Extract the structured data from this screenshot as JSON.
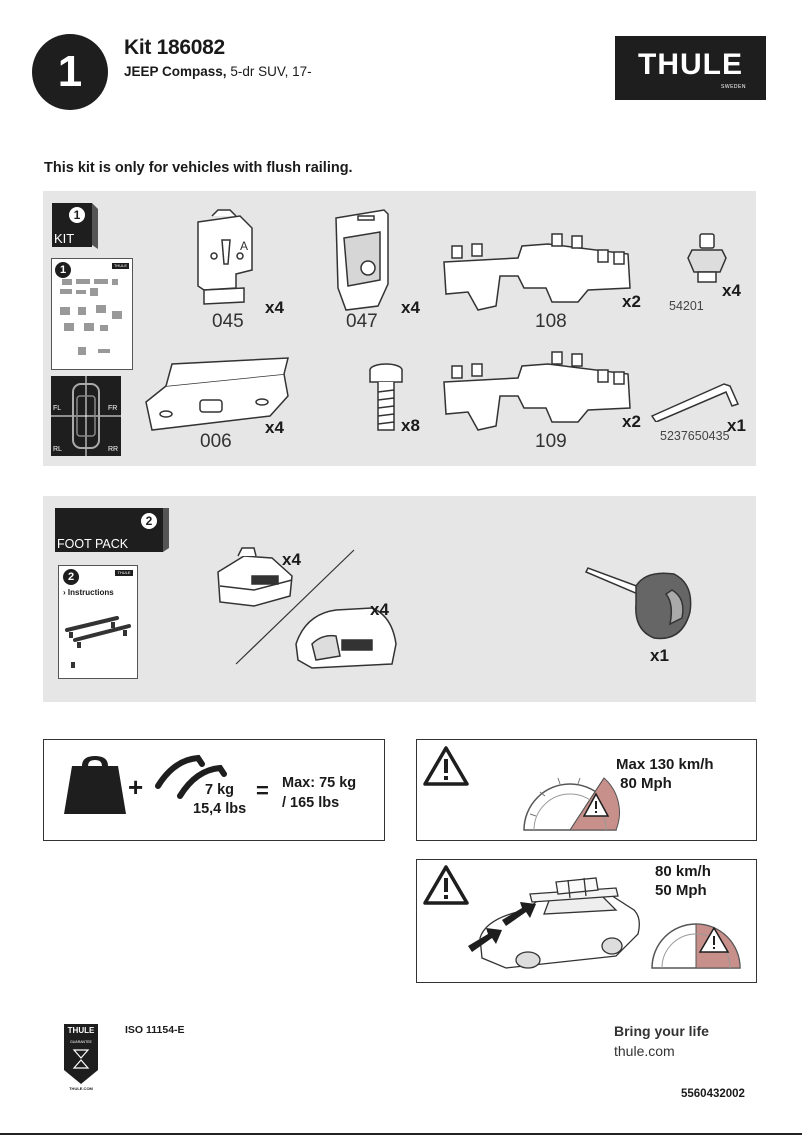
{
  "header": {
    "step_number": "1",
    "kit_title": "Kit 186082",
    "vehicle_model": "JEEP Compass,",
    "vehicle_detail": " 5-dr SUV, 17-",
    "brand": {
      "wordmark": "THULE",
      "sub": "SWEDEN"
    }
  },
  "note": "This kit is only for vehicles with flush railing.",
  "kit_section": {
    "tag_number": "1",
    "tag_label": "KIT",
    "booklet": {
      "step": "1",
      "brand": "THULE"
    },
    "position_labels": [
      "FL",
      "FR",
      "RL",
      "RR"
    ],
    "parts": [
      {
        "code": "045",
        "qty": "x4",
        "icon": "bracket-045-icon"
      },
      {
        "code": "047",
        "qty": "x4",
        "icon": "pad-047-icon"
      },
      {
        "code": "108",
        "qty": "x2",
        "icon": "block-108-icon"
      },
      {
        "code": "54201",
        "qty": "x4",
        "icon": "knob-54201-icon"
      },
      {
        "code": "006",
        "qty": "x4",
        "icon": "plate-006-icon"
      },
      {
        "code": "",
        "qty": "x8",
        "icon": "bolt-icon"
      },
      {
        "code": "109",
        "qty": "x2",
        "icon": "block-109-icon"
      },
      {
        "code": "5237650435",
        "qty": "x1",
        "icon": "hex-key-icon"
      }
    ]
  },
  "foot_section": {
    "tag_number": "2",
    "tag_label": "FOOT PACK",
    "booklet": {
      "step": "2",
      "brand": "THULE",
      "instructions": "Instructions"
    },
    "items": [
      {
        "qty": "x4",
        "icon": "foot-small-icon"
      },
      {
        "qty": "x4",
        "icon": "foot-large-icon"
      },
      {
        "qty": "x1",
        "icon": "torque-tool-icon"
      }
    ]
  },
  "load_box": {
    "weight": "7 kg",
    "weight_lbs": "15,4 lbs",
    "plus": "+",
    "equals": "=",
    "max_kg": "Max: 75 kg",
    "max_lbs": "/ 165 lbs"
  },
  "speed_box_1": {
    "line1": "Max  130 km/h",
    "line2": " 80 Mph"
  },
  "speed_box_2": {
    "line1": "80 km/h",
    "line2": "50 Mph"
  },
  "footer": {
    "badge_brand": "THULE",
    "badge_guarantee": "GUARANTEE",
    "badge_site": "THULE.COM",
    "iso": "ISO 11154-E",
    "tagline": "Bring your life",
    "site": "thule.com",
    "doc_number": "5560432002"
  },
  "colors": {
    "dark": "#1e1e1e",
    "panel": "#e6e6e6",
    "gauge_red": "#c8908a"
  }
}
